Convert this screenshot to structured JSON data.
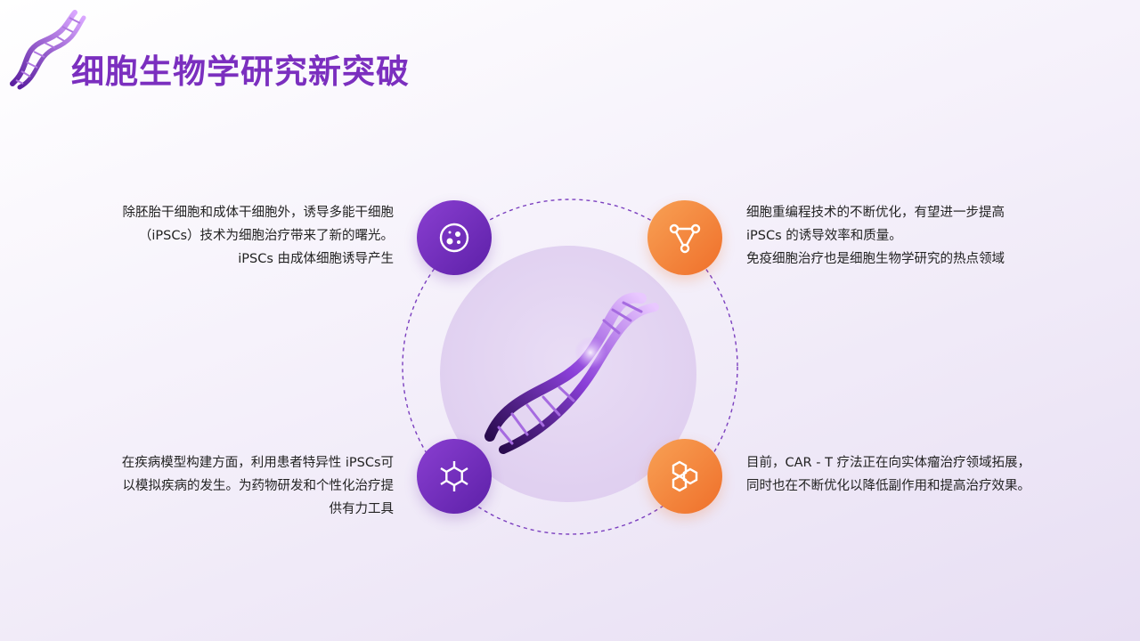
{
  "title": "细胞生物学研究新突破",
  "colors": {
    "accent_purple": "#7b2fbf",
    "accent_orange": "#f07a30",
    "background": "#f3eef9"
  },
  "nodes": [
    {
      "position": "top-left",
      "icon": "cell-icon",
      "color": "purple"
    },
    {
      "position": "top-right",
      "icon": "network-triangle-icon",
      "color": "orange"
    },
    {
      "position": "bottom-left",
      "icon": "molecule-icon",
      "color": "purple"
    },
    {
      "position": "bottom-right",
      "icon": "hexagon-cluster-icon",
      "color": "orange"
    }
  ],
  "texts": {
    "top_left": [
      "除胚胎干细胞和成体干细胞外，诱导多能干细胞",
      "（iPSCs）技术为细胞治疗带来了新的曙光。",
      "iPSCs 由成体细胞诱导产生"
    ],
    "top_right": [
      "细胞重编程技术的不断优化，有望进一步提高",
      "iPSCs 的诱导效率和质量。",
      "免疫细胞治疗也是细胞生物学研究的热点领域"
    ],
    "bottom_left": [
      "在疾病模型构建方面，利用患者特异性 iPSCs可",
      "以模拟疾病的发生。为药物研发和个性化治疗提",
      "供有力工具"
    ],
    "bottom_right": [
      "目前，CAR - T 疗法正在向实体瘤治疗领域拓展，",
      "同时也在不断优化以降低副作用和提高治疗效果。"
    ]
  },
  "images": {
    "logo": "dna-helix-logo",
    "center": "dna-helix-illustration"
  }
}
